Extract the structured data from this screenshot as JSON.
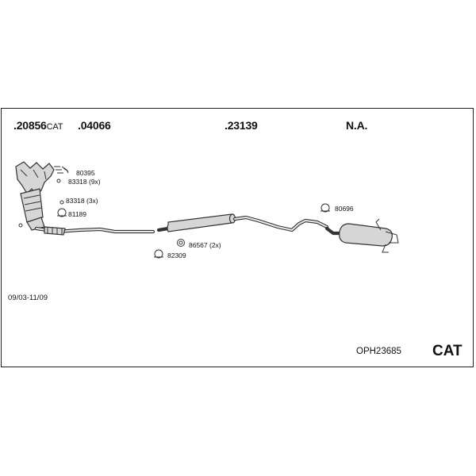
{
  "parts": {
    "p1": {
      "number": ".20856",
      "suffix": "CAT"
    },
    "p2": {
      "number": ".04066"
    },
    "p3": {
      "number": ".23139"
    },
    "p4": {
      "number": "N.A."
    }
  },
  "hardware": {
    "h1": "80395",
    "h2": "83318 (9x)",
    "h3": "83318 (3x)",
    "h4": "81189",
    "h5": "86567 (2x)",
    "h6": "82309",
    "h7": "80696"
  },
  "footer": {
    "date_range": "09/03-11/09",
    "kit_code": "OPH23685",
    "type": "CAT"
  }
}
